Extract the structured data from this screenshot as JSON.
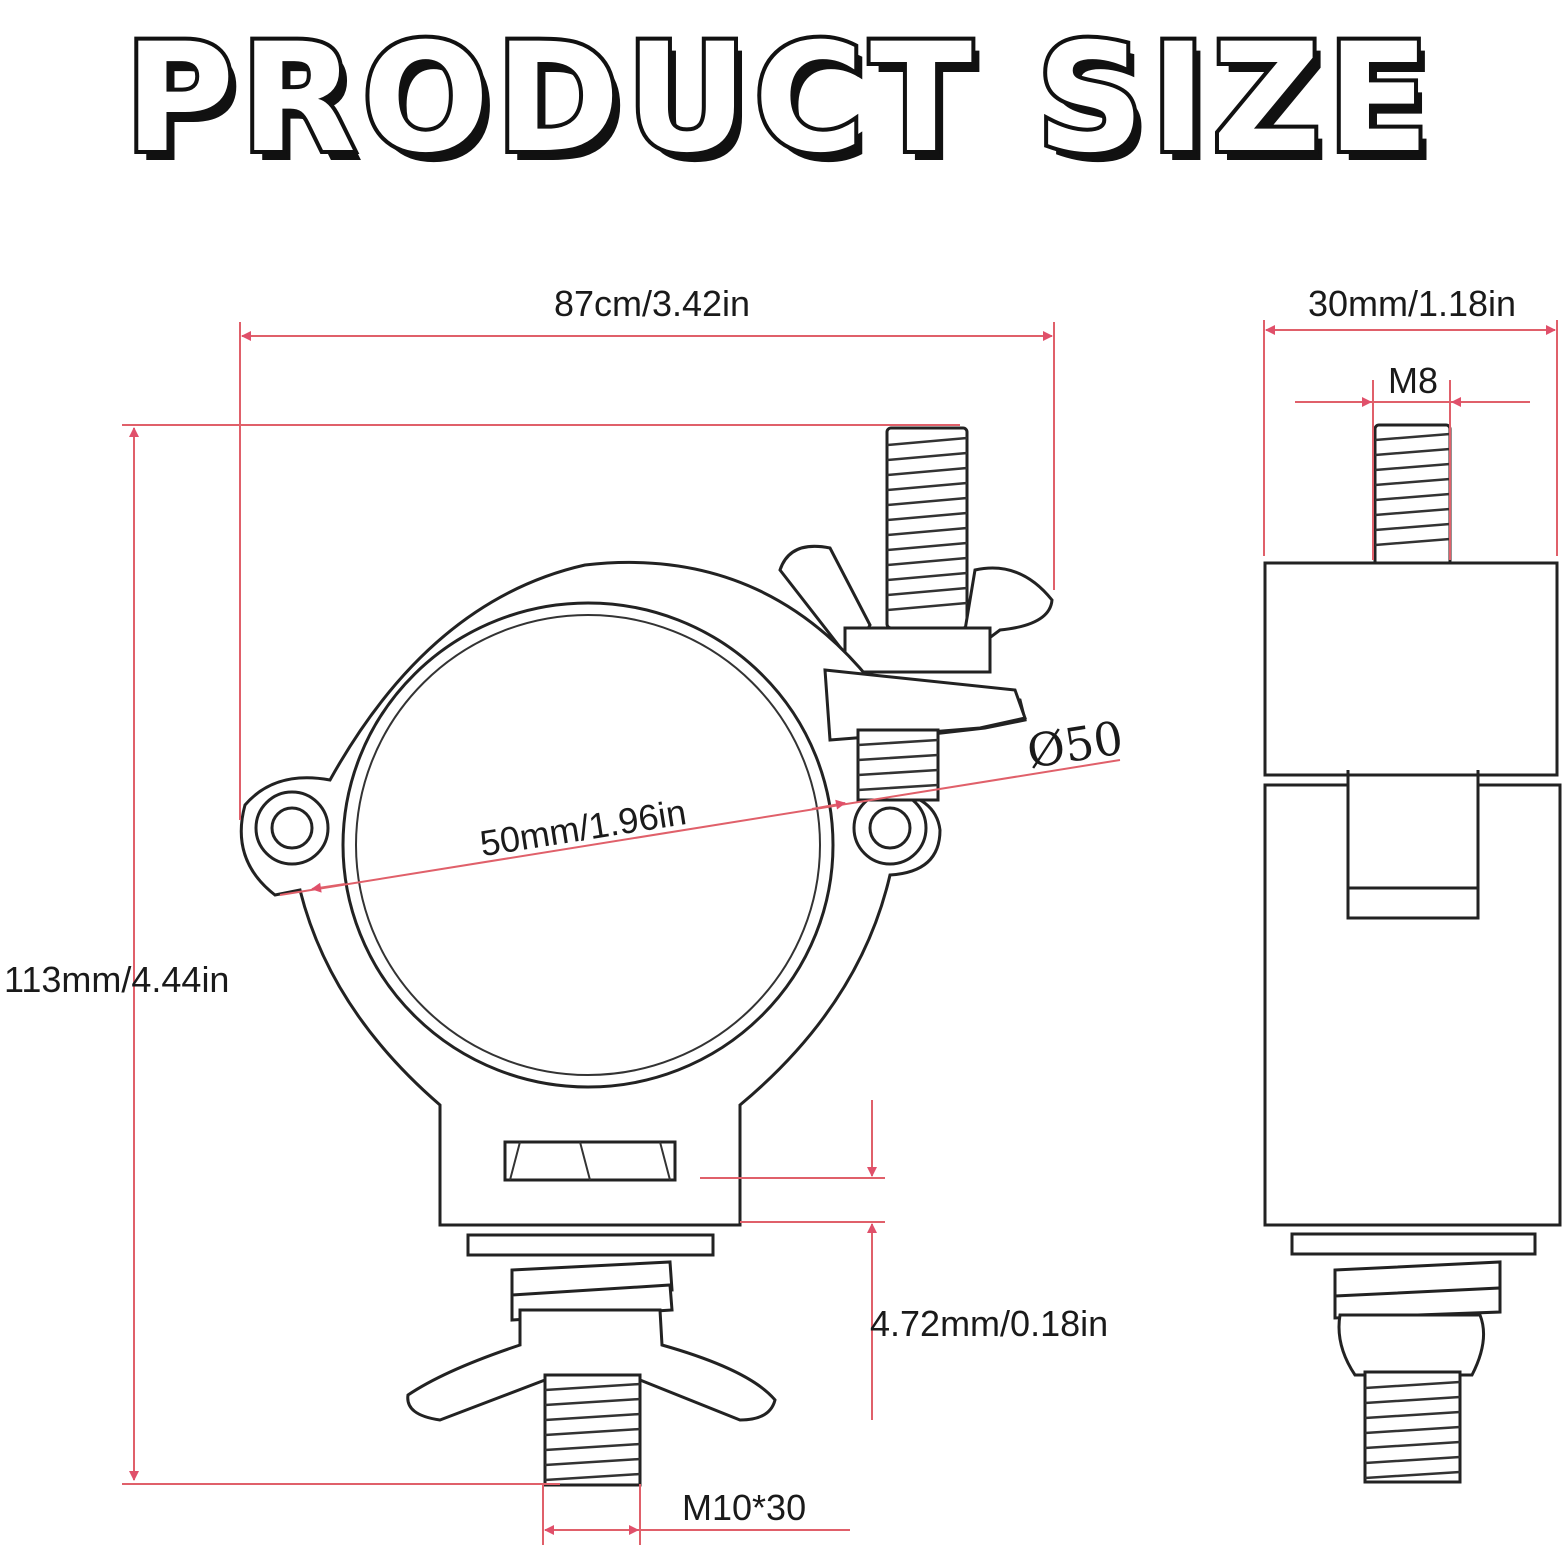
{
  "title": "PRODUCT SIZE",
  "front_view": {
    "width_label": "87cm/3.42in",
    "height_label": "113mm/4.44in",
    "inner_diameter_label": "50mm/1.96in",
    "diameter_symbol_label": "Ø50",
    "plate_thickness_label": "4.72mm/0.18in",
    "bolt_label": "M10*30"
  },
  "side_view": {
    "width_label": "30mm/1.18in",
    "bolt_label": "M8"
  },
  "colors": {
    "dimension_line": "#e0606a",
    "outline": "#222222",
    "background": "#ffffff"
  }
}
